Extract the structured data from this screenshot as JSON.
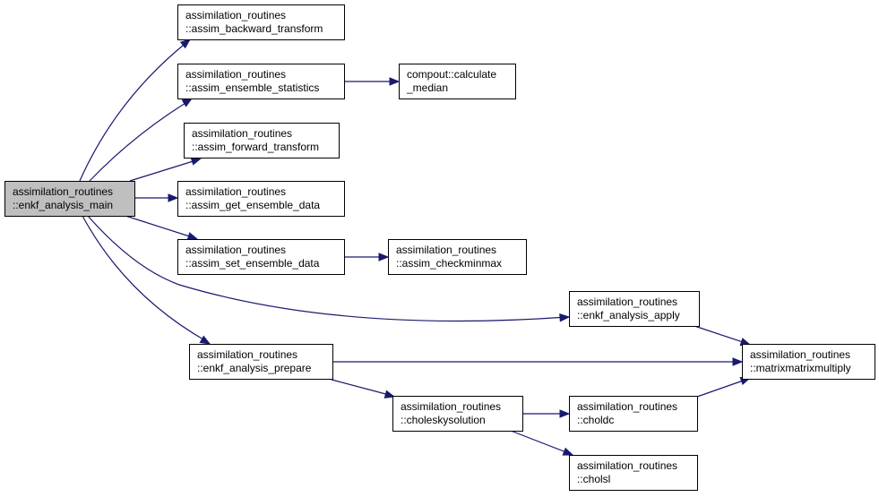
{
  "graph": {
    "nodes": [
      {
        "id": "main",
        "line1": "assimilation_routines",
        "line2": "::enkf_analysis_main",
        "root": true
      },
      {
        "id": "backward",
        "line1": "assimilation_routines",
        "line2": "::assim_backward_transform"
      },
      {
        "id": "ens_stats",
        "line1": "assimilation_routines",
        "line2": "::assim_ensemble_statistics"
      },
      {
        "id": "median",
        "line1": "compout::calculate",
        "line2": "_median"
      },
      {
        "id": "forward",
        "line1": "assimilation_routines",
        "line2": "::assim_forward_transform"
      },
      {
        "id": "get_ens",
        "line1": "assimilation_routines",
        "line2": "::assim_get_ensemble_data"
      },
      {
        "id": "set_ens",
        "line1": "assimilation_routines",
        "line2": "::assim_set_ensemble_data"
      },
      {
        "id": "checkminmax",
        "line1": "assimilation_routines",
        "line2": "::assim_checkminmax"
      },
      {
        "id": "apply",
        "line1": "assimilation_routines",
        "line2": "::enkf_analysis_apply"
      },
      {
        "id": "matmul",
        "line1": "assimilation_routines",
        "line2": "::matrixmatrixmultiply"
      },
      {
        "id": "prepare",
        "line1": "assimilation_routines",
        "line2": "::enkf_analysis_prepare"
      },
      {
        "id": "cholsol",
        "line1": "assimilation_routines",
        "line2": "::choleskysolution"
      },
      {
        "id": "choldc",
        "line1": "assimilation_routines",
        "line2": "::choldc"
      },
      {
        "id": "cholsl",
        "line1": "assimilation_routines",
        "line2": "::cholsl"
      }
    ],
    "edges": [
      {
        "from": "main",
        "to": "backward"
      },
      {
        "from": "main",
        "to": "ens_stats"
      },
      {
        "from": "ens_stats",
        "to": "median"
      },
      {
        "from": "main",
        "to": "forward"
      },
      {
        "from": "main",
        "to": "get_ens"
      },
      {
        "from": "main",
        "to": "set_ens"
      },
      {
        "from": "set_ens",
        "to": "checkminmax"
      },
      {
        "from": "main",
        "to": "apply"
      },
      {
        "from": "apply",
        "to": "matmul"
      },
      {
        "from": "main",
        "to": "prepare"
      },
      {
        "from": "prepare",
        "to": "matmul"
      },
      {
        "from": "prepare",
        "to": "cholsol"
      },
      {
        "from": "cholsol",
        "to": "choldc"
      },
      {
        "from": "cholsol",
        "to": "cholsl"
      },
      {
        "from": "choldc",
        "to": "matmul"
      }
    ],
    "colors": {
      "edge": "#191970",
      "node_fill": "#ffffff",
      "root_fill": "#bfbfbf",
      "border": "#000000"
    }
  }
}
